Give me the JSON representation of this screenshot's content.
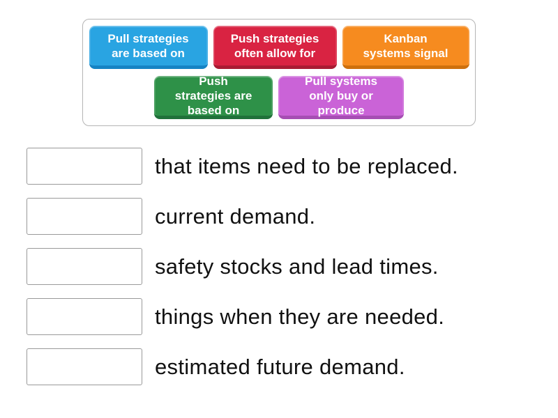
{
  "word_bank": {
    "chips": [
      {
        "label": "Pull strategies are based on",
        "color_body": "#29a4e2",
        "color_shade": "#1583c4"
      },
      {
        "label": "Push strategies often allow for",
        "color_body": "#d92342",
        "color_shade": "#a91b33"
      },
      {
        "label": "Kanban systems signal",
        "color_body": "#f68b1f",
        "color_shade": "#ce700d"
      },
      {
        "label": "Push strategies are based on",
        "color_body": "#2e9148",
        "color_shade": "#20713a"
      },
      {
        "label": "Pull systems only buy or produce",
        "color_body": "#ca63d7",
        "color_shade": "#a64eb3"
      }
    ]
  },
  "match_list": {
    "items": [
      {
        "text": "that items need to be replaced."
      },
      {
        "text": "current demand."
      },
      {
        "text": "safety stocks and lead times."
      },
      {
        "text": "things when they are needed."
      },
      {
        "text": "estimated future demand."
      }
    ]
  }
}
